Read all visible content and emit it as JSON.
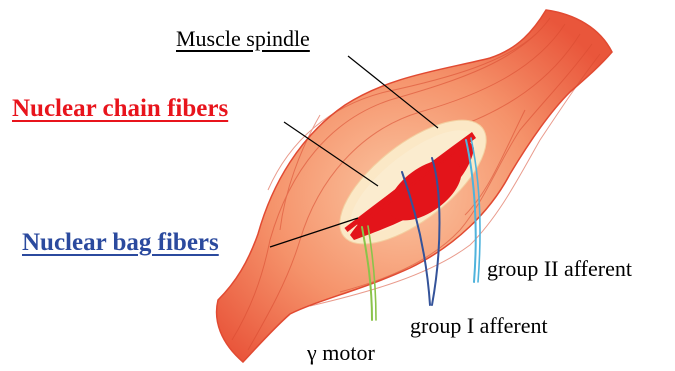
{
  "labels": {
    "muscle_spindle": "Muscle spindle",
    "nuclear_chain_fibers": "Nuclear chain fibers",
    "nuclear_bag_fibers": "Nuclear bag fibers",
    "group_ii_afferent": "group II afferent",
    "group_i_afferent": "group I afferent",
    "gamma_motor": "γ motor"
  },
  "colors": {
    "nuclear_chain_label": "#e8141c",
    "nuclear_bag_label": "#2b4a9e",
    "muscle_dark": "#e8553a",
    "muscle_light": "#f9b490",
    "spindle_capsule": "#fbe8c6",
    "intrafusal_fiber": "#e3141a",
    "group_i_nerve": "#34539a",
    "group_ii_nerve": "#4fb3dc",
    "gamma_motor_nerve": "#8bc34a"
  }
}
